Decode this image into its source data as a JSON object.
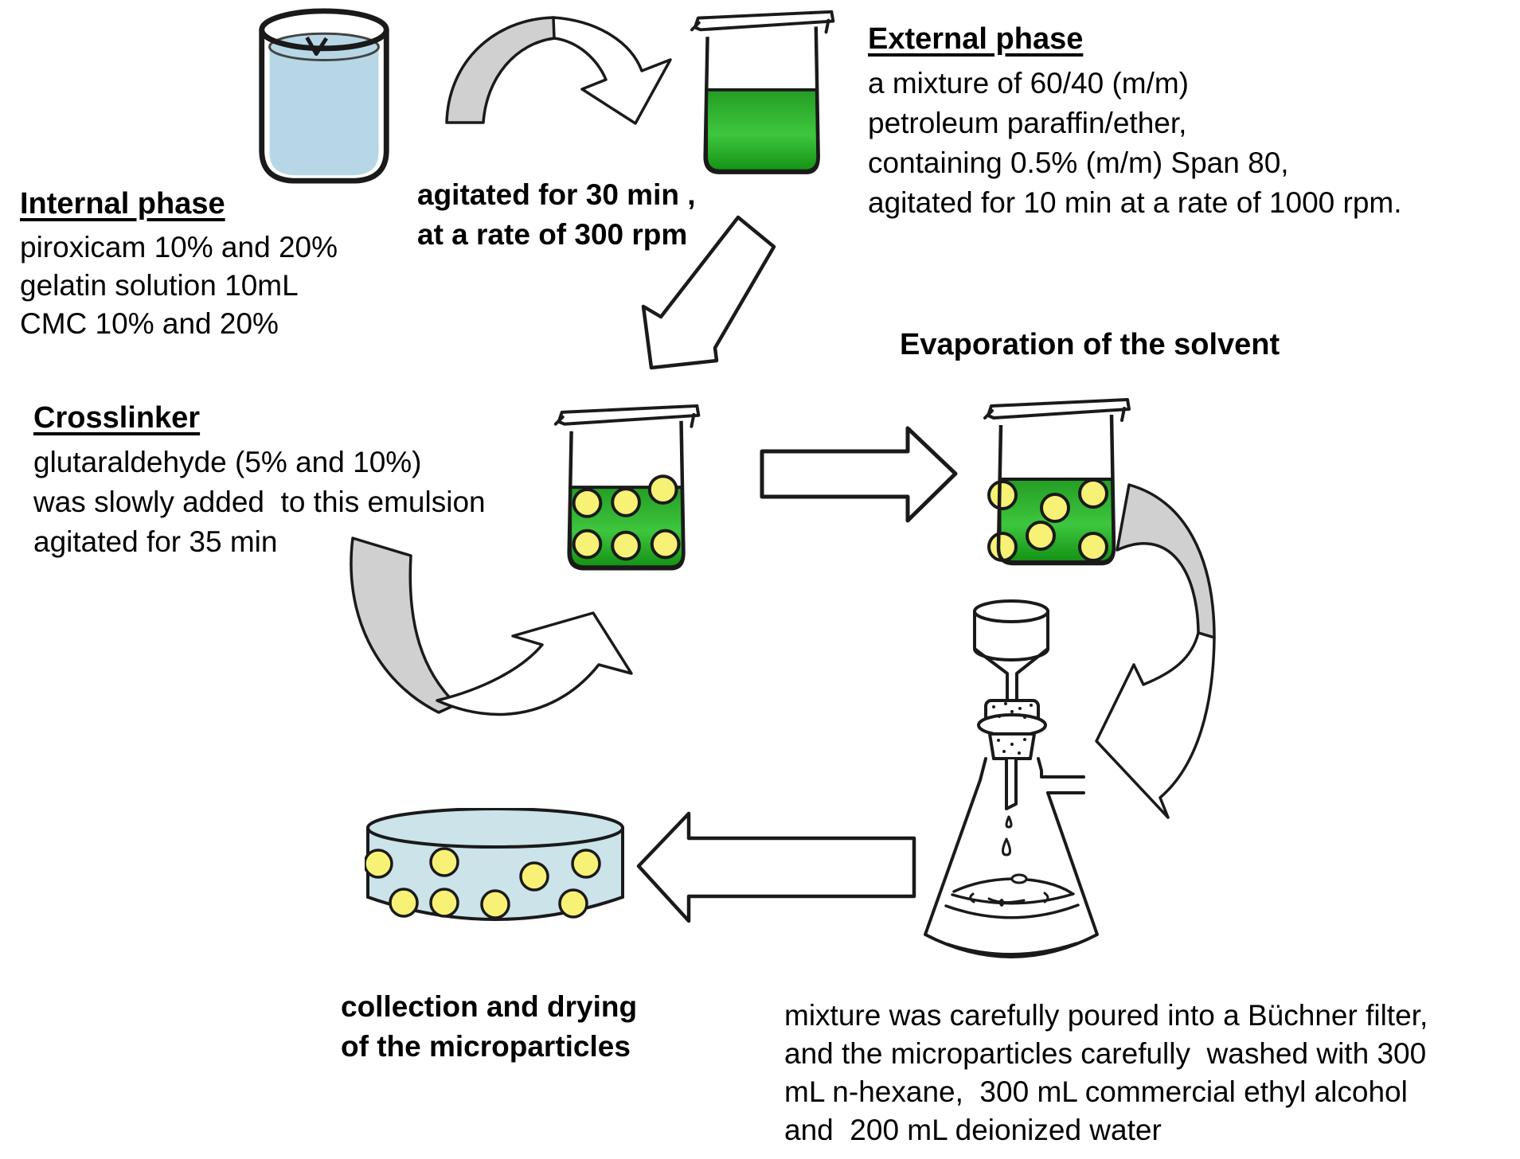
{
  "labels": {
    "internal_phase": {
      "title": "Internal phase",
      "lines": [
        "piroxicam 10% and 20%",
        "gelatin solution 10mL",
        "CMC 10% and 20%"
      ]
    },
    "agitation_first": {
      "lines": [
        "agitated for 30 min ,",
        "at a rate of 300 rpm"
      ]
    },
    "external_phase": {
      "title": "External phase",
      "lines": [
        "a mixture of 60/40 (m/m)",
        "petroleum paraffin/ether,",
        "containing 0.5% (m/m) Span 80,",
        "agitated for 10 min at a rate of 1000 rpm."
      ]
    },
    "crosslinker": {
      "title": "Crosslinker",
      "lines": [
        "glutaraldehyde (5% and 10%)",
        "was slowly added  to this emulsion",
        "agitated for 35 min"
      ]
    },
    "evaporation_title": "Evaporation of the solvent",
    "collection": {
      "lines": [
        "collection and drying",
        "of the microparticles"
      ]
    },
    "washing": {
      "lines": [
        "mixture was carefully poured into a Büchner filter,",
        "and the microparticles carefully  washed with 300",
        "mL n-hexane,  300 mL commercial ethyl alcohol",
        "and  200 mL deionized water"
      ]
    }
  },
  "icons": {
    "internal_phase_beaker": "beaker with blue liquid",
    "external_phase_beaker": "beaker with green liquid",
    "emulsion_beaker": "beaker with green liquid and yellow microparticles",
    "evaporation_beaker": "beaker with green liquid and yellow microparticles",
    "buchner_filter_flask": "erlenmeyer filter flask with funnel and stopper",
    "petri_dish": "petri dish with yellow microparticles",
    "arch_arrow": "curved two-tone arrow pointing down-right",
    "down_left_arrow": "block arrow pointing down-left",
    "right_arrow": "block arrow pointing right",
    "swoosh_arrow": "curved two-tone arrow pointing up-right",
    "right_curved_arrow": "curved two-tone arrow pointing down-left",
    "left_arrow": "block arrow pointing left"
  },
  "colors": {
    "internal_liquid": "#b7d7e6",
    "external_liquid_top": "#249d24",
    "external_liquid_mid": "#3ec63e",
    "external_liquid_bottom": "#149114",
    "microparticle_yellow": "#f7f175",
    "dish_blue": "#cbe3e9",
    "arrow_gray": "#d0d0d0",
    "outline_black": "#1a1a1a"
  }
}
